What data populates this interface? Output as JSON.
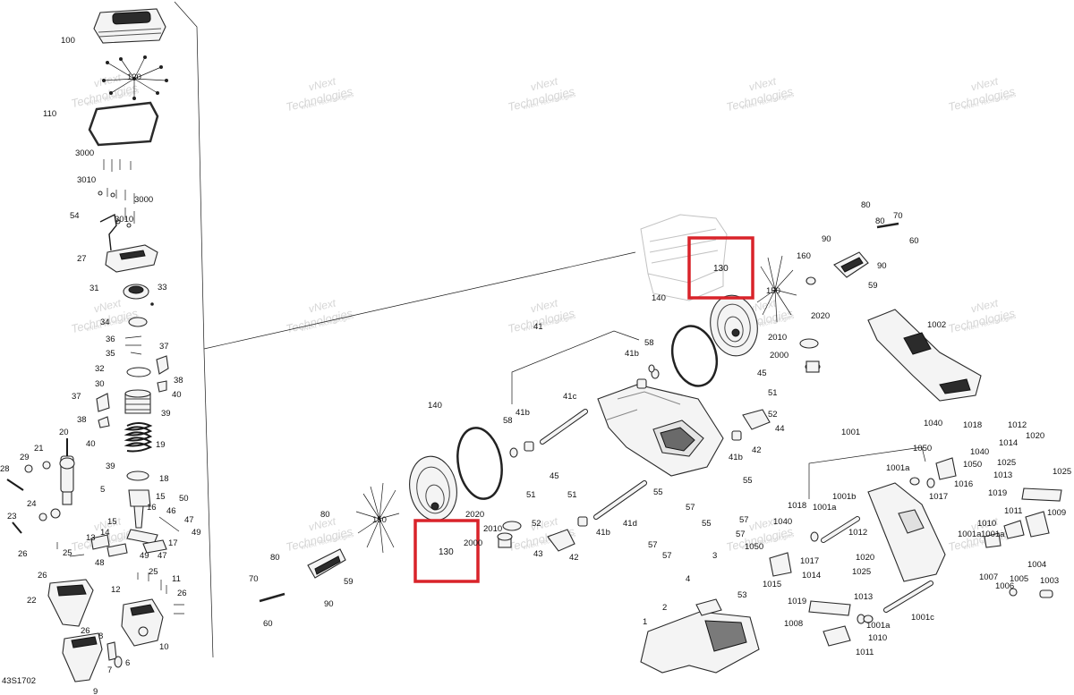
{
  "figure_code": "43S1702",
  "watermark": {
    "line1": "vNext",
    "line2": "Technologies",
    "line3": "vNext Technologies"
  },
  "highlight_label": "130",
  "callouts": {
    "c100": "100",
    "c120": "120",
    "c110": "110",
    "c3000a": "3000",
    "c3010a": "3010",
    "c3000b": "3000",
    "c3010b": "3010",
    "c54": "54",
    "c27": "27",
    "c31": "31",
    "c33": "33",
    "c34": "34",
    "c36": "36",
    "c35": "35",
    "c37a": "37",
    "c32": "32",
    "c38a": "38",
    "c30": "30",
    "c40a": "40",
    "c37b": "37",
    "c39a": "39",
    "c38b": "38",
    "c40b": "40",
    "c19": "19",
    "c39b": "39",
    "c20": "20",
    "c18": "18",
    "c28": "28",
    "c29": "29",
    "c21": "21",
    "c5": "5",
    "c15a": "15",
    "c50": "50",
    "c16": "16",
    "c24": "24",
    "c22": "22",
    "c23": "23",
    "c15b": "15",
    "c46": "46",
    "c49a": "49",
    "c17": "17",
    "c47a": "47",
    "c13": "13",
    "c14": "14",
    "c48": "48",
    "c49b": "49",
    "c47b": "47",
    "c26a": "26",
    "c25a": "25",
    "c25b": "25",
    "c26b": "26",
    "c12": "12",
    "c11": "11",
    "c26c": "26",
    "c26d": "26",
    "c8": "8",
    "c10": "10",
    "c7": "7",
    "c6": "6",
    "c9": "9",
    "c41": "41",
    "c58a": "58",
    "c41b_a": "41b",
    "c41c": "41c",
    "c41b_b": "41b",
    "c58b": "58",
    "c140a": "140",
    "c140b": "140",
    "c150a": "150",
    "c80a": "80",
    "c80b": "80",
    "c70a": "70",
    "c90a": "90",
    "c59a": "59",
    "c60a": "60",
    "c2020a": "2020",
    "c2010a": "2010",
    "c2000a": "2000",
    "c43": "43",
    "c42a": "42",
    "c45a": "45",
    "c51a": "51",
    "c51b": "51",
    "c52a": "52",
    "c41d": "41d",
    "c41b_c": "41b",
    "c55a": "55",
    "c57a": "57",
    "c55b": "55",
    "c57b": "57",
    "c57c": "57",
    "c55c": "55",
    "c57d": "57",
    "c57e": "57",
    "c3": "3",
    "c4": "4",
    "c53": "53",
    "c2": "2",
    "c1": "1",
    "c90b": "90",
    "c80c": "80",
    "c80d": "80",
    "c70b": "70",
    "c60b": "60",
    "c90c": "90",
    "c160": "160",
    "c150b": "150",
    "c59b": "59",
    "c2020b": "2020",
    "c2010b": "2010",
    "c2000b": "2000",
    "c45b": "45",
    "c51c": "51",
    "c52b": "52",
    "c44": "44",
    "c41b_d": "41b",
    "c42b": "42",
    "c1002": "1002",
    "c1001": "1001",
    "c1040a": "1040",
    "c1018a": "1018",
    "c1050a": "1050",
    "c1040b": "1040",
    "c1001a_a": "1001a",
    "c1050b": "1050",
    "c1017a": "1017",
    "c1016": "1016",
    "c1012a": "1012",
    "c1014a": "1014",
    "c1020a": "1020",
    "c1025a": "1025",
    "c1013a": "1013",
    "c1025b": "1025",
    "c1019a": "1019",
    "c1009": "1009",
    "c1011": "1011",
    "c1010a": "1010",
    "c1001a_b": "1001a",
    "c1001b": "1001b",
    "c1018b": "1018",
    "c1040c": "1040",
    "c1001a_c": "1001a",
    "c1050c": "1050",
    "c1017b": "1017",
    "c1012b": "1012",
    "c1020b": "1020",
    "c1015": "1015",
    "c1014b": "1014",
    "c1025c": "1025",
    "c1013b": "1013",
    "c1019b": "1019",
    "c1001c": "1001c",
    "c1001a_d": "1001a",
    "c1008": "1008",
    "c1010b": "1010",
    "c1011b": "1011",
    "c1007": "1007",
    "c1006": "1006",
    "c1005": "1005",
    "c1004": "1004",
    "c1003": "1003",
    "c1001a_e": "1001a"
  }
}
